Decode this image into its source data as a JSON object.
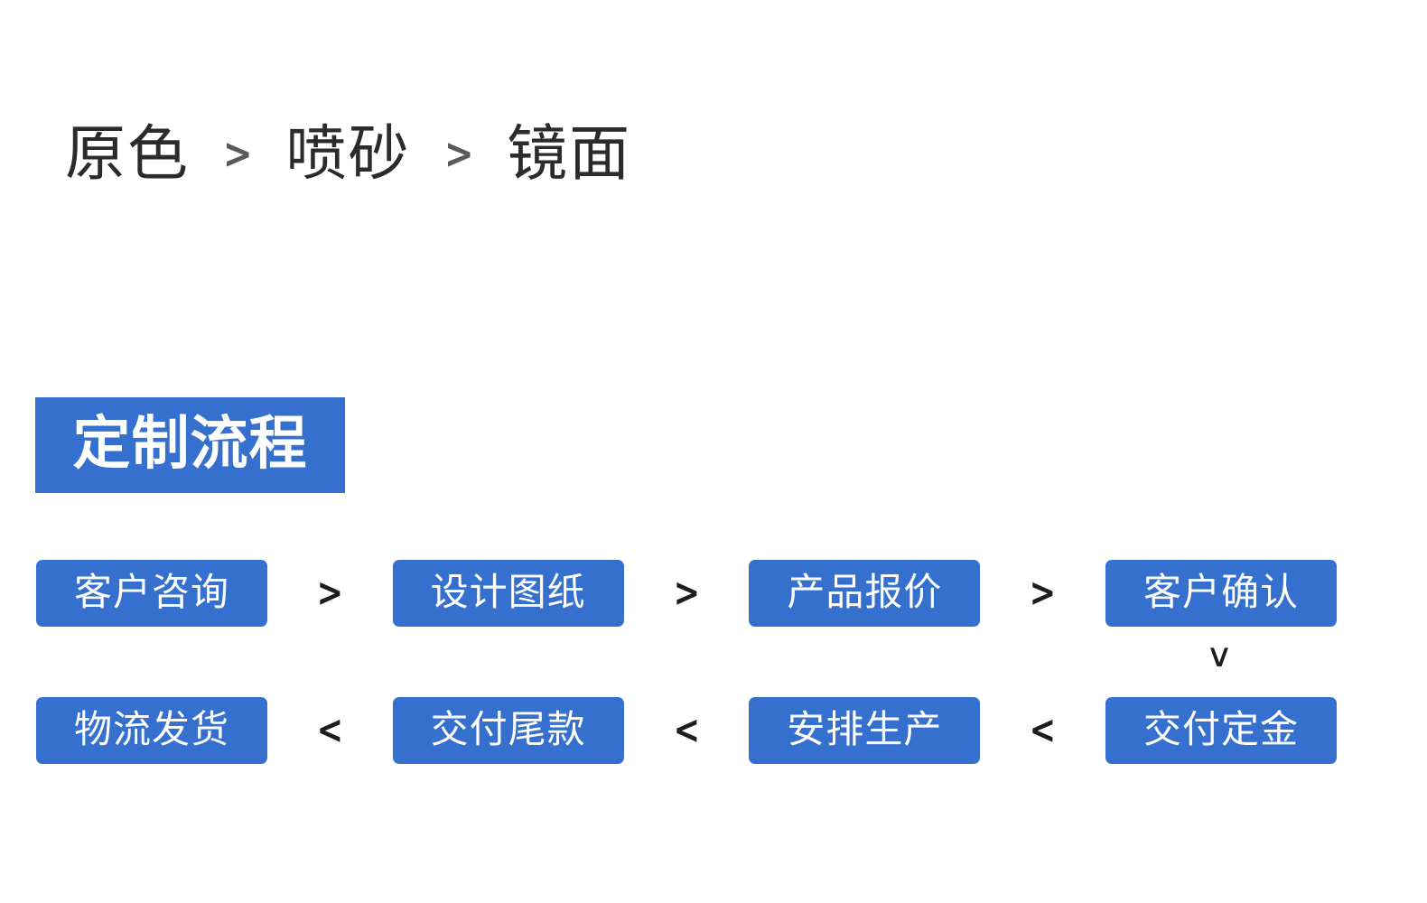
{
  "finish_options": {
    "items": [
      {
        "label": "原色"
      },
      {
        "label": "喷砂"
      },
      {
        "label": "镜面"
      }
    ],
    "separator": ">"
  },
  "section": {
    "badge_label": "定制流程"
  },
  "process_flow": {
    "row1": {
      "separator": ">",
      "steps": [
        {
          "label": "客户咨询"
        },
        {
          "label": "设计图纸"
        },
        {
          "label": "产品报价"
        },
        {
          "label": "客户确认"
        }
      ]
    },
    "turn_arrow": "∨",
    "row2": {
      "separator": "<",
      "steps": [
        {
          "label": "物流发货"
        },
        {
          "label": "交付尾款"
        },
        {
          "label": "安排生产"
        },
        {
          "label": "交付定金"
        }
      ]
    }
  },
  "colors": {
    "brand_blue": "#3670ce",
    "text_dark": "#2b2b2b",
    "arrow_gray": "#5a5a5a",
    "arrow_dark": "#1d1d1d",
    "background": "#ffffff"
  }
}
